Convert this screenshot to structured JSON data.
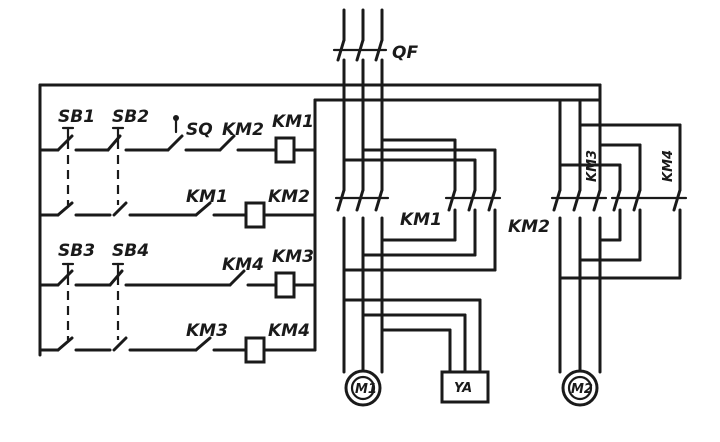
{
  "labels": {
    "qf": "QF",
    "sb1": "SB1",
    "sb2": "SB2",
    "sq": "SQ",
    "km2_contact_row1": "KM2",
    "km1_coil": "KM1",
    "km1_contact_row2": "KM1",
    "km2_coil": "KM2",
    "sb3": "SB3",
    "sb4": "SB4",
    "km4_contact_row3": "KM4",
    "km3_coil": "KM3",
    "km3_contact_row4": "KM3",
    "km4_coil": "KM4",
    "km1_main": "KM1",
    "km2_main": "KM2",
    "km3_main": "KM3",
    "km4_main": "KM4",
    "motor1": "M1",
    "motor2": "M2",
    "ya": "YA"
  }
}
